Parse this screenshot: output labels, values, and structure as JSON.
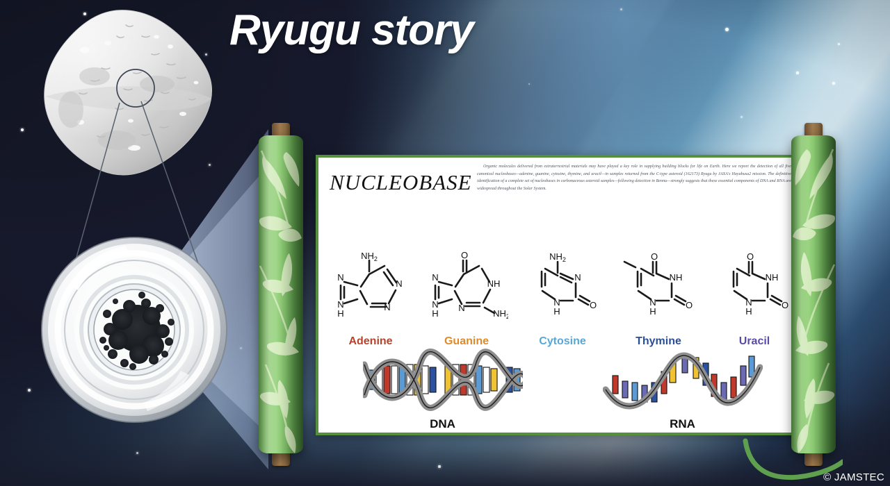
{
  "title": "Ryugu story",
  "credit": "© JAMSTEC",
  "scroll": {
    "paper_heading": "NUCLEOBASE",
    "abstract": "Organic molecules delivered from extraterrestrial materials may have played a key role in supplying building blocks for life on Earth. Here we report the detection of all five canonical nucleobases—adenine, guanine, cytosine, thymine, and uracil—in samples returned from the C-type asteroid (162173) Ryugu by JAXA's Hayabusa2 mission. The definitive identification of a complete set of nucleobases in carbonaceous asteroid samples—following detection in Bennu—strongly suggests that these essential components of DNA and RNA are widespread throughout the Solar System."
  },
  "nucleobases": [
    {
      "name": "Adenine",
      "color": "#b8432c",
      "ring": "purine",
      "substituent": "NH2",
      "position": "C6"
    },
    {
      "name": "Guanine",
      "color": "#e08b2a",
      "ring": "purine",
      "substituent": "O",
      "position": "C6"
    },
    {
      "name": "Cytosine",
      "color": "#5aa7d6",
      "ring": "pyrimidine",
      "substituent": "NH2",
      "position": "C4"
    },
    {
      "name": "Thymine",
      "color": "#2b4f96",
      "ring": "pyrimidine",
      "substituent": "O",
      "position": "C4"
    },
    {
      "name": "Uracil",
      "color": "#5b4ba8",
      "ring": "pyrimidine",
      "substituent": "O",
      "position": "C4"
    }
  ],
  "helices": [
    {
      "name": "DNA",
      "type": "double-helix"
    },
    {
      "name": "RNA",
      "type": "single-strand"
    }
  ],
  "atom_labels": {
    "nh2": "NH",
    "nh2_sub": "2",
    "n": "N",
    "nh": "NH",
    "h": "H",
    "o": "O"
  },
  "illustration": {
    "asteroid_name": "asteroid-ryugu",
    "sample_name": "sample-container",
    "beam_name": "light-beam"
  },
  "colors": {
    "scroll_green": "#7dbf63",
    "paper_border": "#56903f",
    "wood_cap": "#a07b4f",
    "backbone_gray": "#8e8e8e"
  }
}
